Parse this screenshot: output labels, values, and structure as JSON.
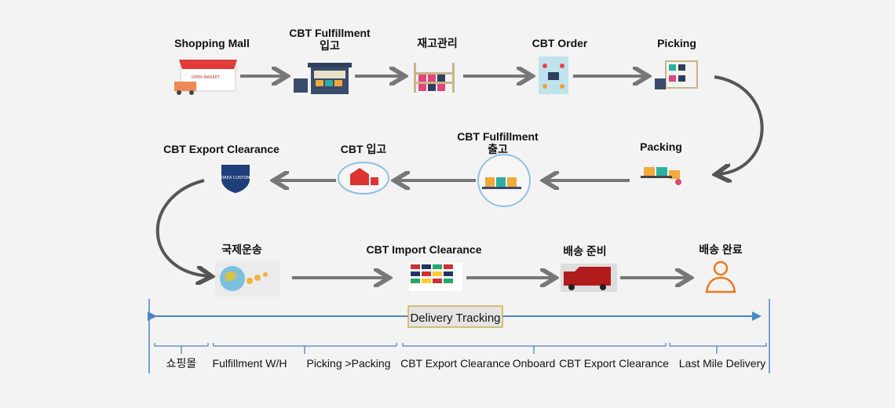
{
  "steps": {
    "shopping_mall": "Shopping Mall",
    "fulfillment_in_1": "CBT Fulfillment",
    "fulfillment_in_2": "입고",
    "inventory": "재고관리",
    "order": "CBT Order",
    "picking": "Picking",
    "packing": "Packing",
    "fulfillment_out_1": "CBT Fulfillment",
    "fulfillment_out_2": "출고",
    "cbt_in": "CBT 입고",
    "export_clearance": "CBT Export  Clearance",
    "intl_shipping": "국제운송",
    "import_clearance": "CBT Import  Clearance",
    "delivery_prep": "배송 준비",
    "delivery_done": "배송 완료"
  },
  "icon_text": {
    "open_market": "OPEN MARKET",
    "customs": "KOREA CUSTOMS"
  },
  "timeline": {
    "title": "Delivery Tracking",
    "labels": [
      "쇼핑몰",
      "Fulfillment W/H",
      "Picking >Packing",
      "CBT Export Clearance",
      "Onboard",
      "CBT  Export Clearance",
      "Last Mile  Delivery"
    ]
  },
  "colors": {
    "arrow": "#777777",
    "timeline": "#4a86c8",
    "box_border": "#c9a227",
    "person": "#f07820"
  }
}
